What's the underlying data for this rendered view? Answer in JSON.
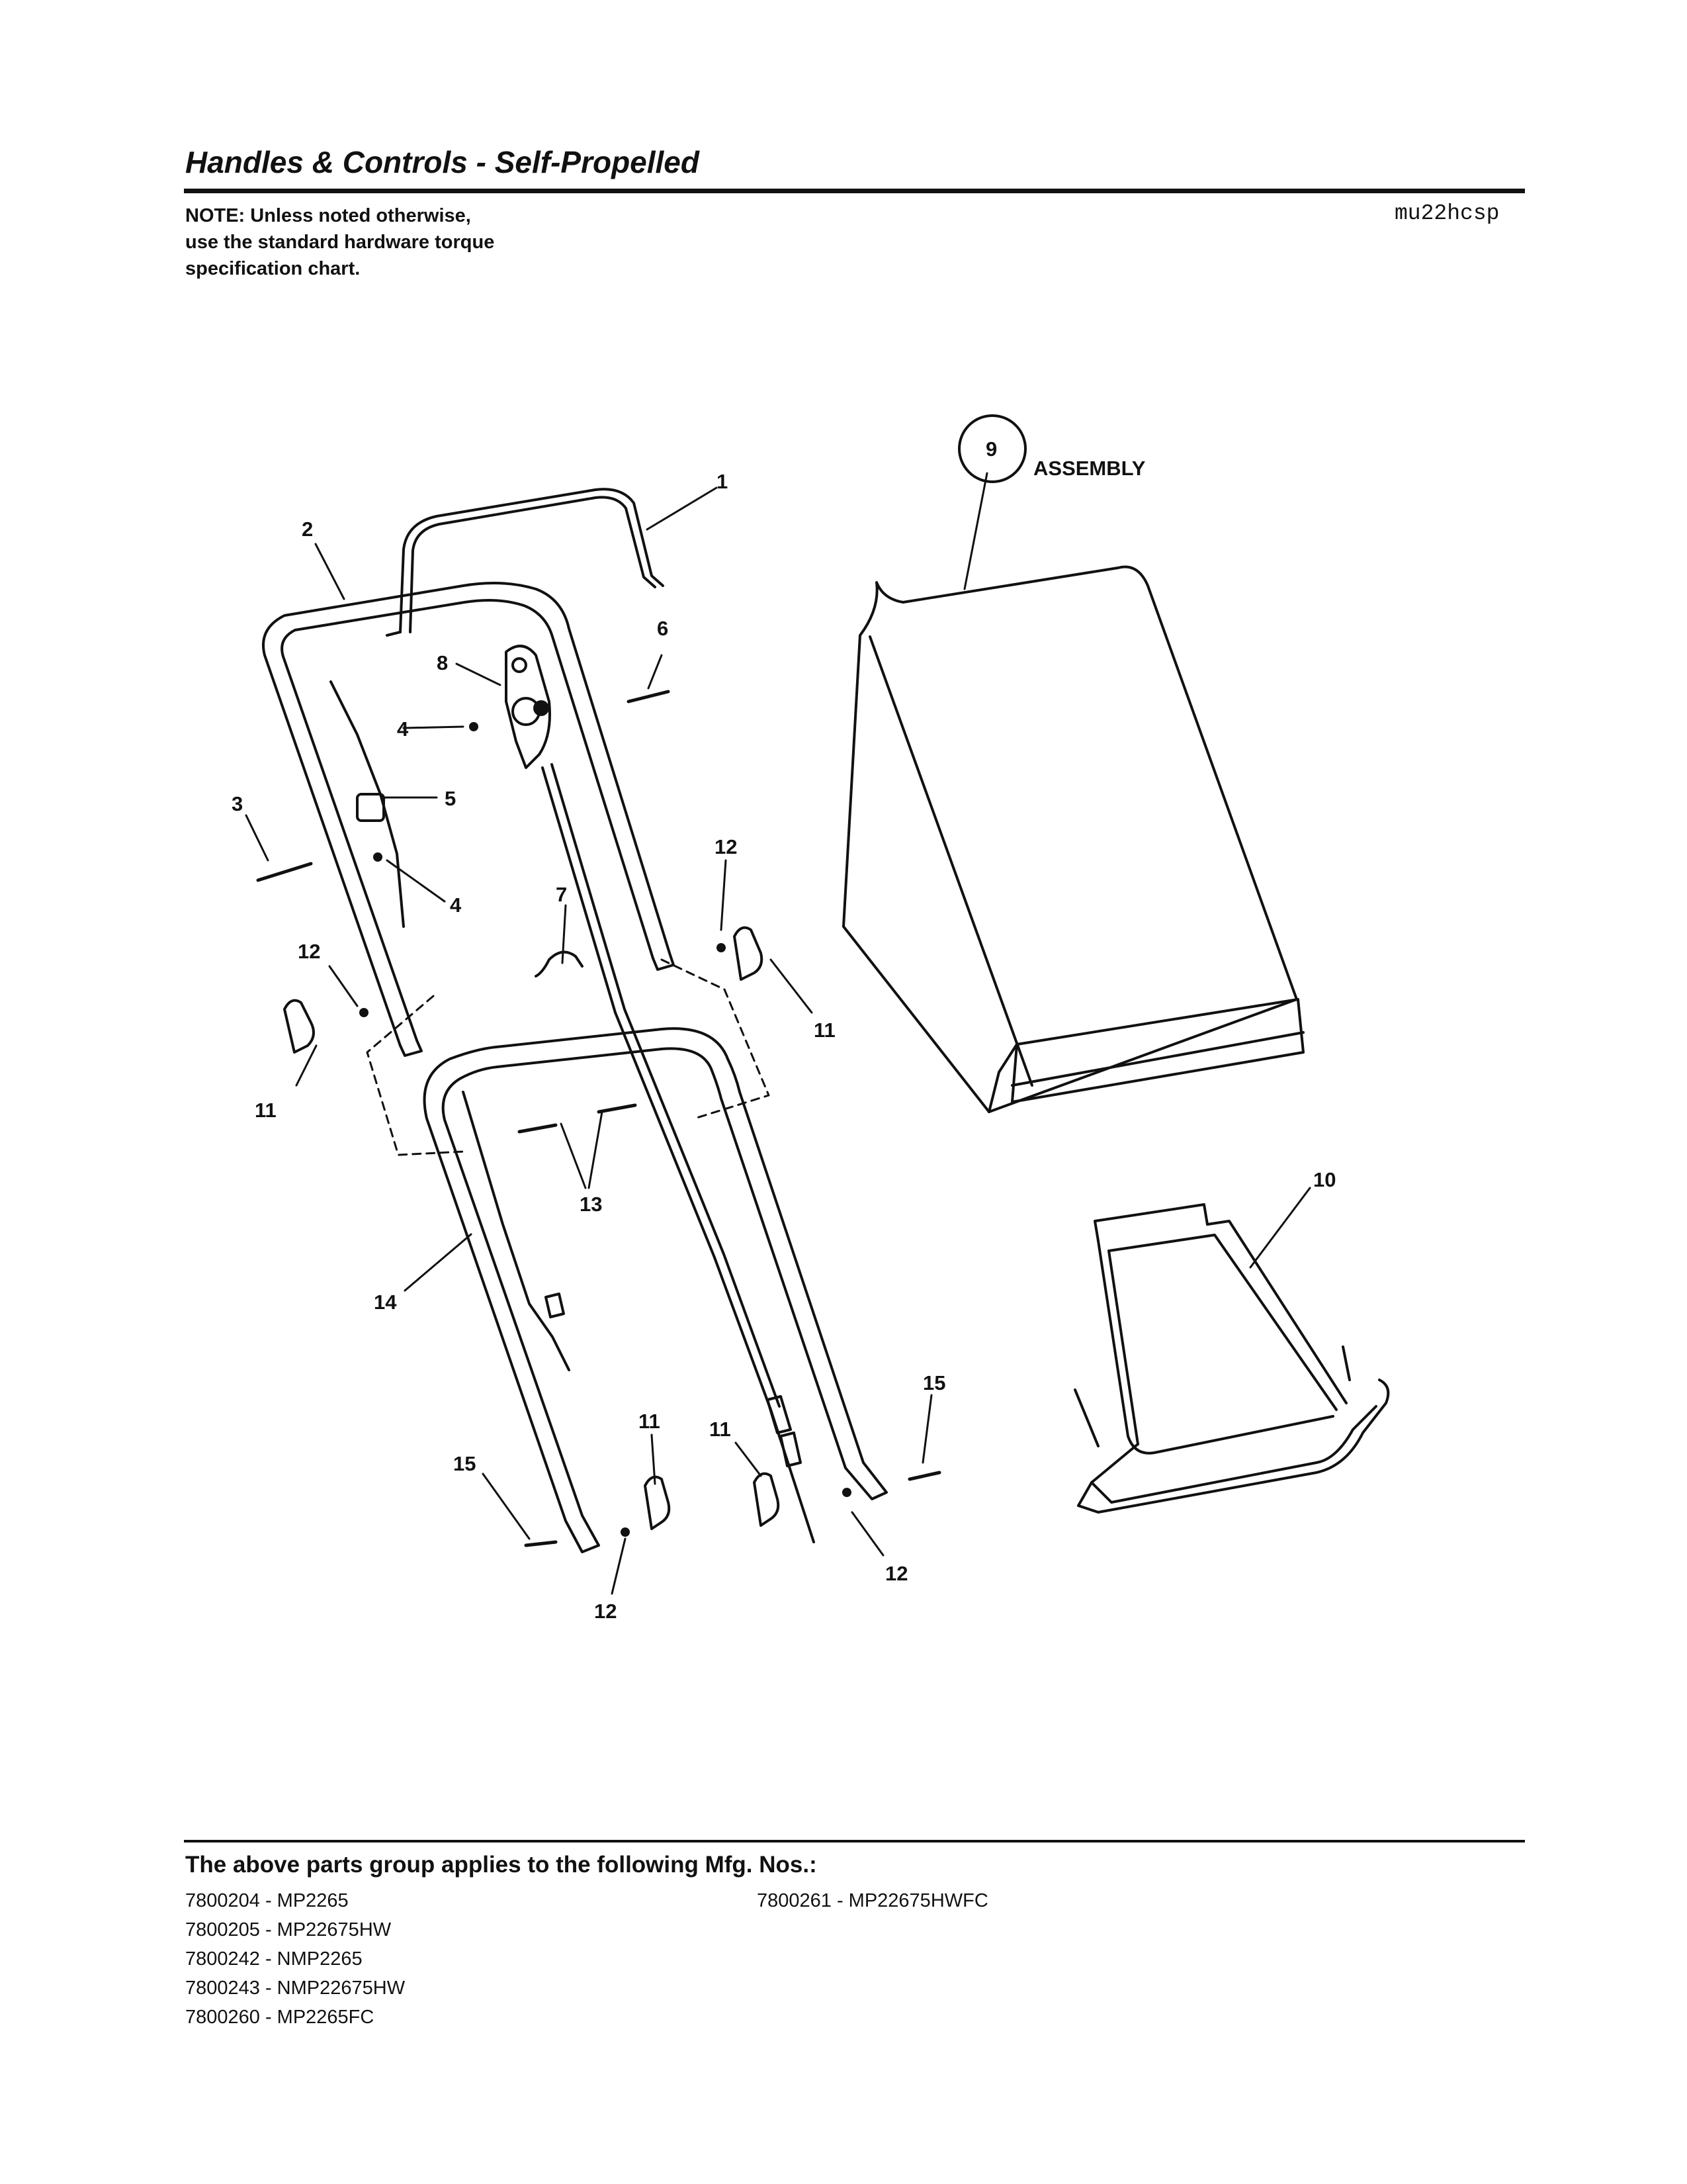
{
  "header": {
    "title": "Handles & Controls - Self-Propelled",
    "note_line1": "NOTE: Unless noted otherwise,",
    "note_line2": "use the standard hardware torque",
    "note_line3": "specification chart.",
    "diagram_code": "mu22hcsp"
  },
  "callouts": {
    "c1": "1",
    "c2": "2",
    "c3": "3",
    "c4a": "4",
    "c4b": "4",
    "c5": "5",
    "c6": "6",
    "c7": "7",
    "c8": "8",
    "c9": "9",
    "assembly": "ASSEMBLY",
    "c10": "10",
    "c11a": "11",
    "c11b": "11",
    "c11c": "11",
    "c11d": "11",
    "c12a": "12",
    "c12b": "12",
    "c12c": "12",
    "c12d": "12",
    "c13": "13",
    "c14": "14",
    "c15a": "15",
    "c15b": "15"
  },
  "footer": {
    "applies_text": "The above parts group applies to the following Mfg. Nos.:",
    "mfg_numbers_col1": [
      "7800204 - MP2265",
      "7800205 - MP22675HW",
      "7800242 - NMP2265",
      "7800243 - NMP22675HW",
      "7800260 - MP2265FC"
    ],
    "mfg_numbers_col2": [
      "7800261 - MP22675HWFC"
    ]
  },
  "colors": {
    "ink": "#111111",
    "paper": "#ffffff"
  }
}
